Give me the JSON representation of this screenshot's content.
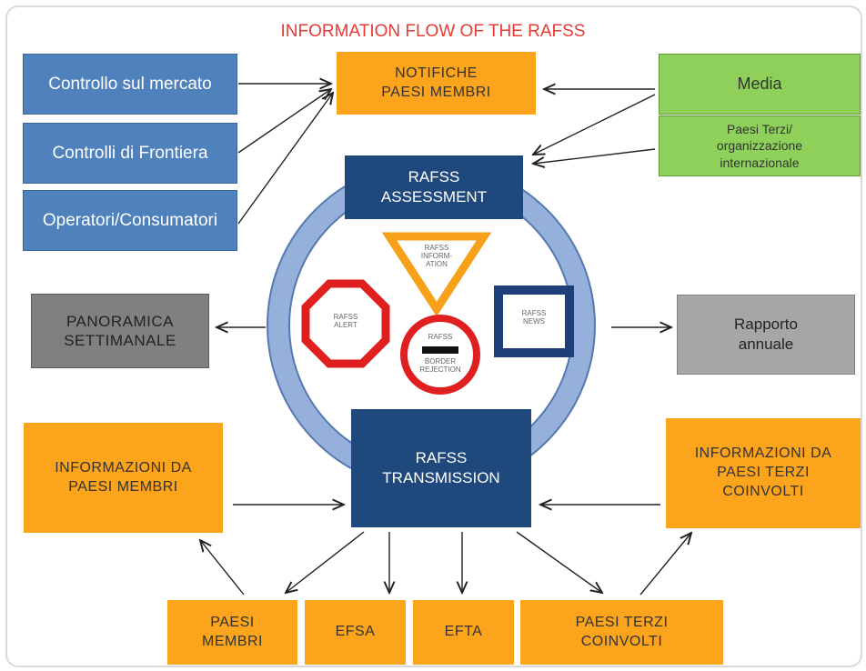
{
  "title": "INFORMATION FLOW OF THE RAFSS",
  "sources": {
    "market_control": "Controllo sul mercato",
    "border_controls": "Controlli di Frontiera",
    "operators_consumers": "Operatori/Consumatori"
  },
  "notifications": "NOTIFICHE\nPAESI MEMBRI",
  "media": "Media",
  "third_countries": "Paesi Terzi/\norganizzazione\ninternazionale",
  "assessment": "RAFSS\nASSESSMENT",
  "transmission": "RAFSS\nTRANSMISSION",
  "weekly_overview": "PANORAMICA\nSETTIMANALE",
  "annual_report": "Rapporto\nannuale",
  "symbols": {
    "alert": "RAFSS\nALERT",
    "information": "RAFSS\nINFORM-\nATION",
    "border_rejection_top": "RAFSS",
    "border_rejection_bottom": "BORDER\nREJECTION",
    "news": "RAFSS\nNEWS"
  },
  "info_member_states": "INFORMAZIONI DA\nPAESI MEMBRI",
  "info_third_countries": "INFORMAZIONI DA\nPAESI TERZI\nCOINVOLTI",
  "recipients": {
    "member_states": "PAESI\nMEMBRI",
    "efsa": "EFSA",
    "efta": "EFTA",
    "third_countries": "PAESI TERZI\nCOINVOLTI"
  },
  "colors": {
    "title": "#e53b35",
    "source_blue": "#4f81bd",
    "orange": "#fba41c",
    "green": "#8fd05a",
    "dark_blue": "#1f497d",
    "ring": "#8eaad6",
    "symbol_red": "#e02020",
    "symbol_orange": "#f7a11a",
    "symbol_navy": "#1f3f7a"
  }
}
